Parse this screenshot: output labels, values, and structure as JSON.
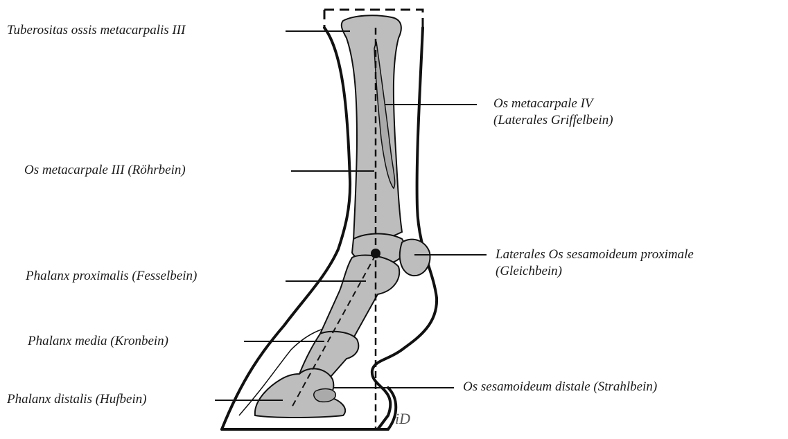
{
  "labels": {
    "tuberositas": "Tuberositas ossis metacarpalis III",
    "mc4_line1": "Os metacarpale IV",
    "mc4_line2": "(Laterales Griffelbein)",
    "mc3": "Os metacarpale III (Röhrbein)",
    "sesam_prox_line1": "Laterales Os sesamoideum proximale",
    "sesam_prox_line2": "(Gleichbein)",
    "ph_prox": "Phalanx proximalis (Fesselbein)",
    "ph_media": "Phalanx media (Kronbein)",
    "sesam_dist": "Os sesamoideum distale (Strahlbein)",
    "ph_dist": "Phalanx distalis (Hufbein)"
  },
  "signature": "iD",
  "colors": {
    "bone": "#bdbdbd",
    "outline": "#111111",
    "background": "#ffffff"
  }
}
